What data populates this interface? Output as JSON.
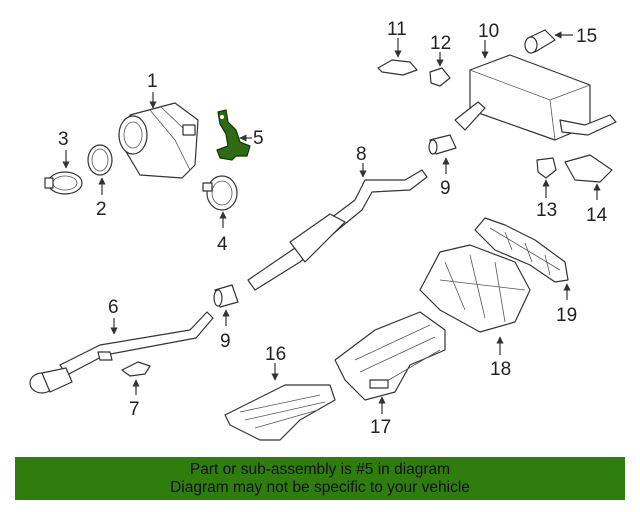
{
  "callouts": {
    "c1": "1",
    "c2": "2",
    "c3": "3",
    "c4": "4",
    "c5": "5",
    "c6": "6",
    "c7": "7",
    "c8": "8",
    "c9a": "9",
    "c9b": "9",
    "c10": "10",
    "c11": "11",
    "c12": "12",
    "c13": "13",
    "c14": "14",
    "c15": "15",
    "c16": "16",
    "c17": "17",
    "c18": "18",
    "c19": "19"
  },
  "highlight_color": "#2e6b12",
  "banner": {
    "line1": "Part or sub-assembly is #5 in diagram",
    "line2": "Diagram may not be specific to your vehicle",
    "color": "#2f7d0c"
  }
}
